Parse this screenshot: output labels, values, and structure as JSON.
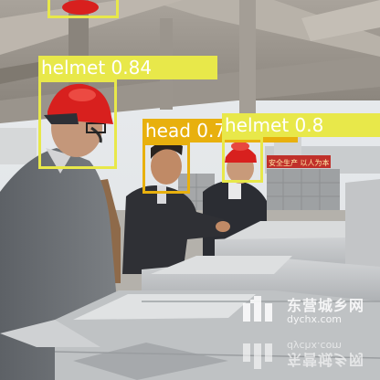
{
  "detections": [
    {
      "id": "top-crop",
      "label": "",
      "confidence": "",
      "color": "#e8e84a"
    },
    {
      "id": "helmet-left",
      "label": "helmet",
      "confidence": "0.84",
      "color": "#e8e84a"
    },
    {
      "id": "head-center",
      "label": "head",
      "confidence": "0.7",
      "color": "#e8b00e"
    },
    {
      "id": "helmet-right",
      "label": "helmet",
      "confidence": "0.8",
      "color": "#e8e84a"
    }
  ],
  "watermark": {
    "name": "东营城乡网",
    "url": "dychx.com",
    "icon": "house-logo-icon"
  },
  "watermark_mirrored": {
    "name": "东营城乡网",
    "url": "dychx.com"
  },
  "background_sign": "安全生产 以人为本",
  "colors": {
    "helmet_box": "#e8e84a",
    "head_box": "#e8b00e",
    "hardhat": "#d8201e"
  }
}
